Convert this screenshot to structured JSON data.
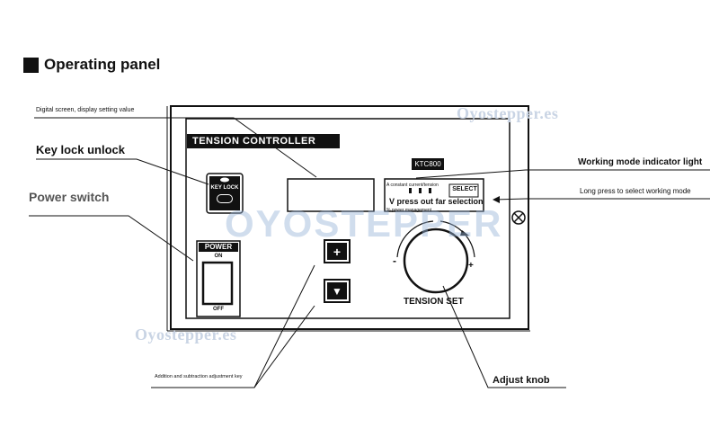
{
  "section": {
    "title": "Operating panel"
  },
  "labels": {
    "digital_screen": "Digital screen, display setting value",
    "key_lock": "Key lock unlock",
    "power_switch": "Power switch",
    "working_mode_light": "Working mode indicator light",
    "long_press": "Long press to select working mode",
    "add_sub_key": "Addition and subtraction adjustment key",
    "adjust_knob": "Adjust knob"
  },
  "panel": {
    "banner": "TENSION CONTROLLER",
    "model": "KTC800",
    "key_lock_text": "KEY LOCK",
    "power_text": "POWER",
    "power_on": "ON",
    "power_off": "OFF",
    "select_btn": "SELECT",
    "mode_line_1": "A constant current/tension",
    "mode_line_2": "V press out far selection",
    "mode_line_3": "% power management",
    "up_btn": "+",
    "down_btn": "▼",
    "knob_label": "TENSION SET",
    "knob_minus": "-",
    "knob_plus": "+"
  },
  "watermarks": {
    "small": "Oyostepper.es",
    "big": "OYOSTEPPER"
  },
  "colors": {
    "ink": "#111111",
    "watermark": "#c9d4e4"
  }
}
